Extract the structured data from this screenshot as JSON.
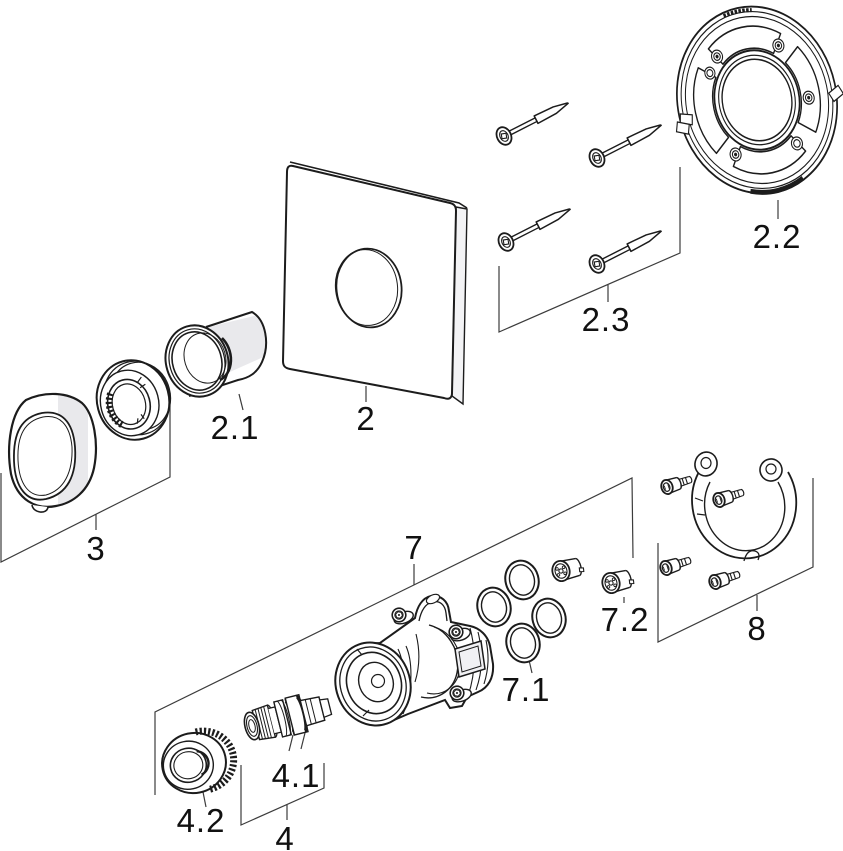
{
  "diagram": {
    "background_color": "#ffffff",
    "line_color": "#1c1c1c",
    "shade_color": "#e9e9ec",
    "parts": [
      {
        "label": "2",
        "part": "square-cover-plate"
      },
      {
        "label": "2.1",
        "part": "extension-sleeve"
      },
      {
        "label": "2.2",
        "part": "mounting-ring"
      },
      {
        "label": "2.3",
        "part": "fixing-screws-set-of-4"
      },
      {
        "label": "3",
        "part": "handle-knob-with-adapter-ring"
      },
      {
        "label": "4",
        "part": "cartridge-set"
      },
      {
        "label": "4.1",
        "part": "cartridge"
      },
      {
        "label": "4.2",
        "part": "knurled-ring-nut"
      },
      {
        "label": "7",
        "part": "valve-body-assembly"
      },
      {
        "label": "7.1",
        "part": "o-ring-set-of-4"
      },
      {
        "label": "7.2",
        "part": "check-valves-pair"
      },
      {
        "label": "8",
        "part": "mounting-bracket-with-screws"
      }
    ]
  }
}
